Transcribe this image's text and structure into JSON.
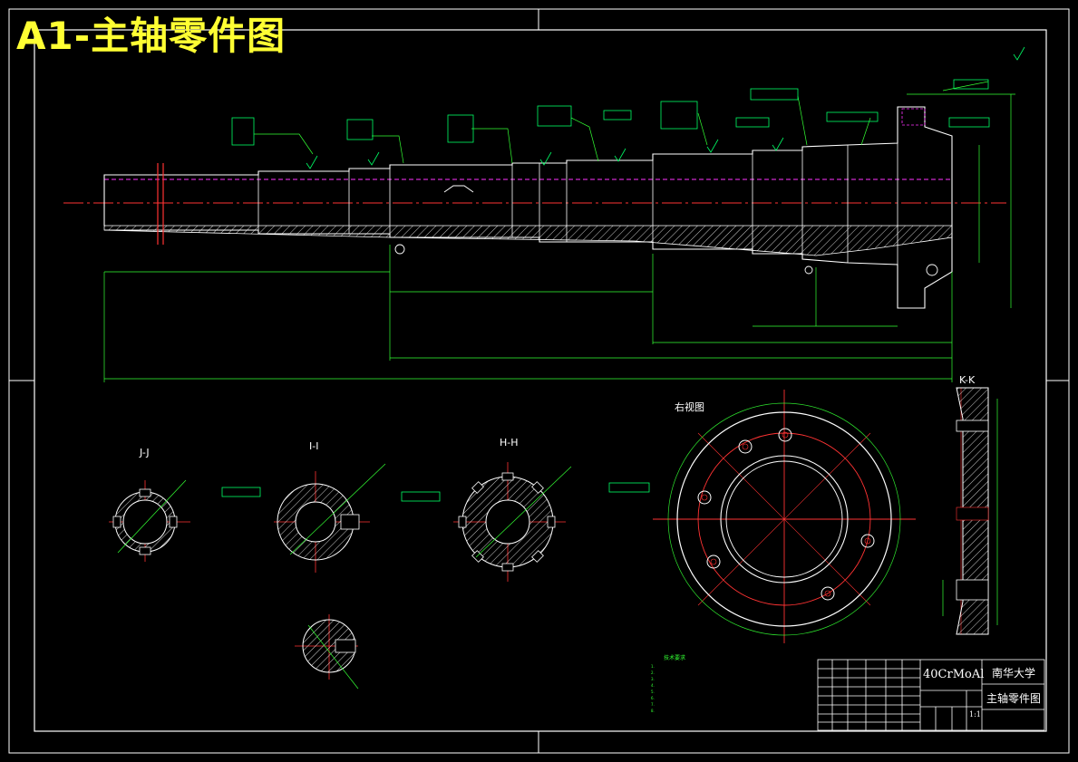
{
  "banner": {
    "title": "A1-主轴零件图"
  },
  "views": {
    "right_view": "右视图",
    "section_jj": "J-J",
    "section_ii": "I-I",
    "section_hh": "H-H",
    "section_kk": "K-K"
  },
  "title_block": {
    "material": "40CrMoAl",
    "school": "南华大学",
    "drawing_name": "主轴零件图",
    "scale": "1:1"
  },
  "notes": {
    "heading": "技术要求",
    "items": [
      "1.",
      "2.",
      "3.",
      "4.",
      "5.",
      "6.",
      "7.",
      "8."
    ]
  },
  "colors": {
    "outline": "#ffffff",
    "dimension": "#33ff33",
    "centerline": "#ff3333",
    "hidden": "#ff33ff",
    "banner": "#ffff33",
    "tolerance": "#00ff66"
  }
}
